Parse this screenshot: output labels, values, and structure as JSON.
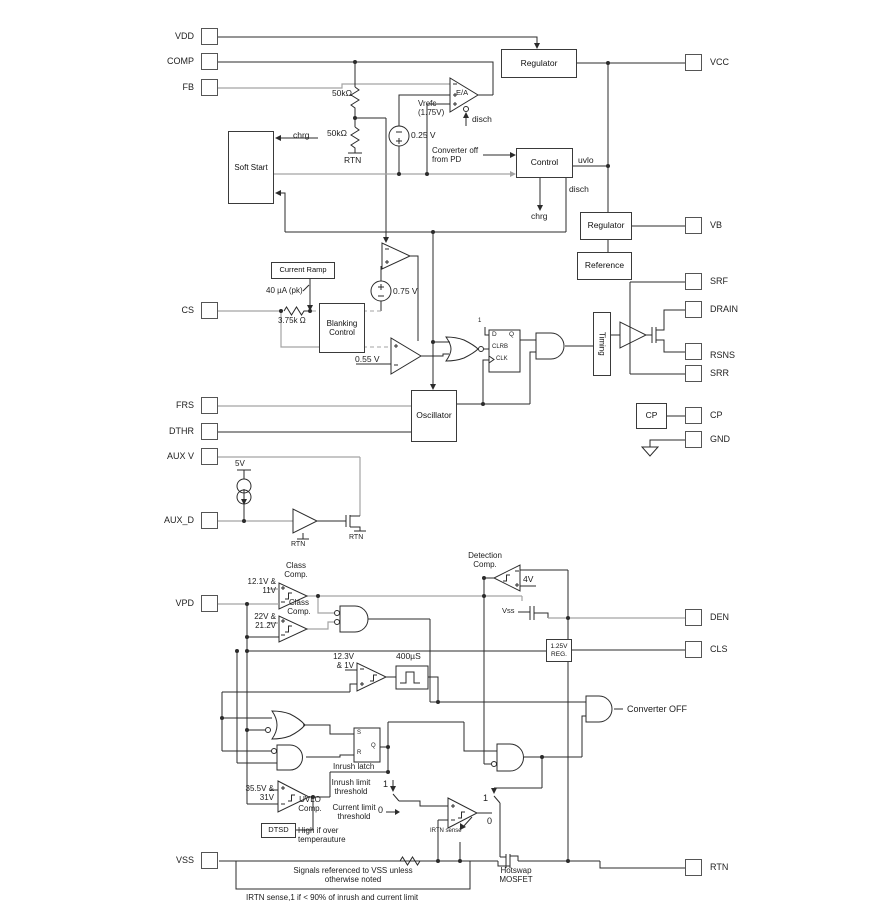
{
  "diagram": {
    "pins_left": [
      "VDD",
      "COMP",
      "FB",
      "CS",
      "FRS",
      "DTHR",
      "AUX V",
      "AUX_D",
      "VPD",
      "VSS"
    ],
    "pins_right": [
      "VCC",
      "VB",
      "SRF",
      "DRAIN",
      "RSNS",
      "SRR",
      "CP",
      "GND",
      "DEN",
      "CLS",
      "RTN"
    ],
    "blocks": {
      "regulator_top": "Regulator",
      "soft_start": "Soft Start",
      "control": "Control",
      "regulator_vb": "Regulator",
      "reference": "Reference",
      "current_ramp": "Current Ramp",
      "blanking_control": "Blanking\nControl",
      "oscillator": "Oscillator",
      "timing": "Timing",
      "cp": "CP",
      "reg_1v25": "1.25V\nREG.",
      "dtsd": "DTSD"
    },
    "flipflop": {
      "tie": "1",
      "d": "D",
      "q": "Q",
      "clrb": "CLRB",
      "clk": "CLK"
    },
    "latch": {
      "s": "S",
      "r": "R",
      "q": "Q",
      "caption": "Inrush latch"
    },
    "labels": {
      "r1": "50kΩ",
      "r2": "50kΩ",
      "rtn_div": "RTN",
      "vrefc": "Vrefc\n(1.75V)",
      "v0_25": "0.25 V",
      "ea": "E/A",
      "disch_ea": "disch",
      "conv_off_pd": "Converter off\nfrom PD",
      "chrg_ss": "chrg",
      "uvlo": "uvlo",
      "disch": "disch",
      "chrg": "chrg",
      "i_ramp": "40 µA (pk)",
      "r_cs": "3.75k Ω",
      "v0_75": "0.75 V",
      "v0_55": "0.55 V",
      "v5": "5V",
      "rtn_buf": "RTN",
      "rtn_aux": "RTN",
      "det_comp": "Detection\nComp.",
      "v4": "4V",
      "vss": "Vss",
      "class1": "Class\nComp.",
      "class1_thr": "12.1V &\n11V",
      "class2": "Class\nComp.",
      "class2_thr": "22V &\n21.2V",
      "v12_3": "12.3V\n& 1V",
      "us400": "400µS",
      "converter_off": "Converter OFF",
      "inrush_thr": "Inrush limit\nthreshold",
      "current_thr": "Current limit\nthreshold",
      "sw1_1": "1",
      "sw1_0": "0",
      "sw2_1": "1",
      "sw2_0": "0",
      "uvlo_thr": "35.5V &\n31V",
      "uvlo_comp": "UVLO\nComp.",
      "overtemp": "High if over\ntemperauture",
      "irtn_sense": "IRTN sense",
      "hotswap": "Hotswap\nMOSFET"
    },
    "notes": {
      "reference_note": "Signals referenced to VSS unless\notherwise noted",
      "irtn_note": "IRTN sense,1 if < 90% of inrush and current limit"
    }
  }
}
